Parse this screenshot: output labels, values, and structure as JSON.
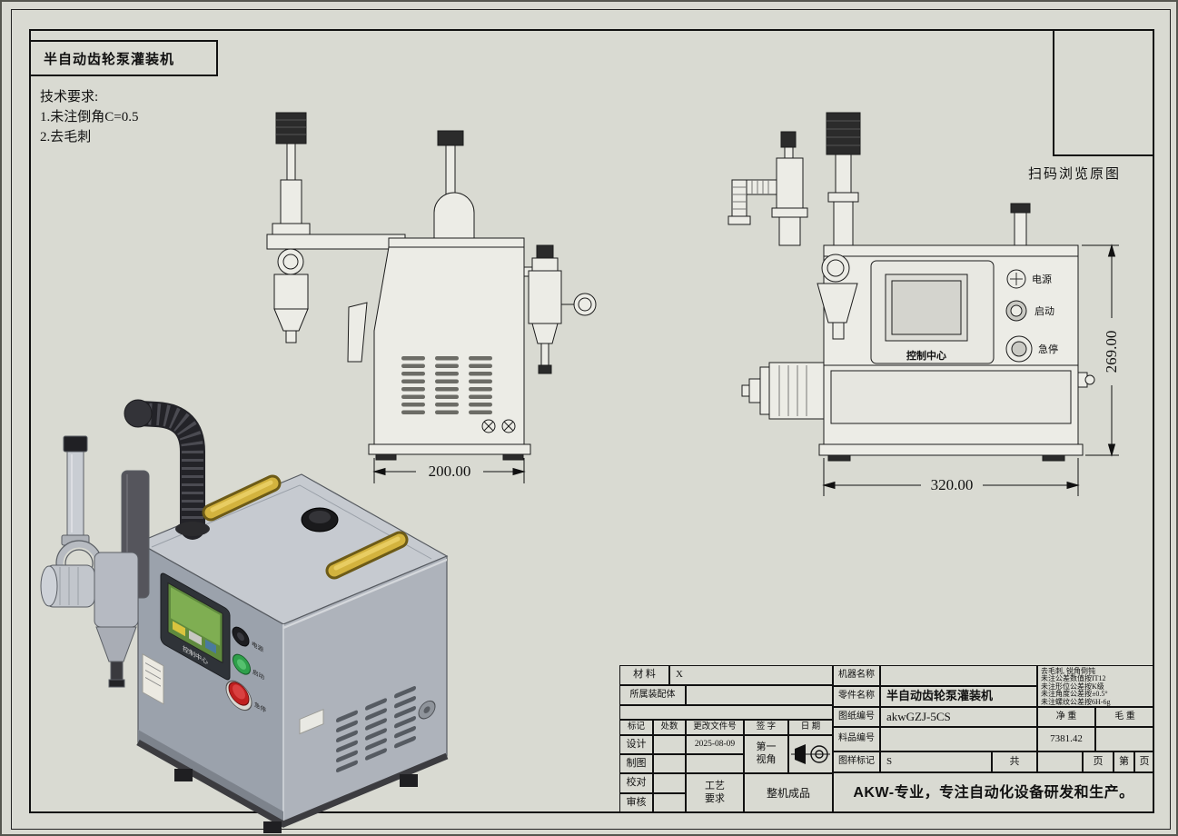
{
  "drawing": {
    "title": "半自动齿轮泵灌装机",
    "tech_requirements": {
      "heading": "技术要求:",
      "item1": "1.未注倒角C=0.5",
      "item2": "2.去毛刺"
    },
    "qr_caption": "扫码浏览原图"
  },
  "views": {
    "side": {
      "width_dim": "200.00"
    },
    "front": {
      "width_dim": "320.00",
      "height_dim": "269.00",
      "panel_label": "控制中心",
      "power_label": "电源",
      "start_label": "启动",
      "estop_label": "急停"
    }
  },
  "title_block": {
    "material_label": "材  料",
    "material_value": "X",
    "assembly_label": "所属装配体",
    "rev": {
      "mark": "标记",
      "count": "处数",
      "doc_no": "更改文件号",
      "sign": "签 字",
      "date": "日 期"
    },
    "design_label": "设计",
    "design_date": "2025-08-09",
    "projection_label": "第一视角",
    "draft_label": "制图",
    "check_label": "校对",
    "audit_label": "审核",
    "process_label": "工艺要求",
    "process_value": "整机成品",
    "machine_name_label": "机器名称",
    "part_name_label": "零件名称",
    "part_name_value": "半自动齿轮泵灌装机",
    "drawing_no_label": "图纸编号",
    "drawing_no_value": "akwGZJ-5CS",
    "item_no_label": "料品编号",
    "net_weight_label": "净 重",
    "gross_weight_label": "毛 重",
    "net_weight_value": "7381.42",
    "sample_mark_label": "图样标记",
    "sample_mark_value": "S",
    "sheets_total_label": "共",
    "sheets_unit_label": "页",
    "sheet_no_label": "第",
    "sheet_unit_label": "页",
    "notes": [
      "去毛刺, 锐角倒钝",
      "未注公差数值按IT12",
      "未注形位公差按K级",
      "未注角度公差按±0.5°",
      "未注螺纹公差按6H-6g"
    ],
    "footer": "AKW-专业，专注自动化设备研发和生产。"
  }
}
